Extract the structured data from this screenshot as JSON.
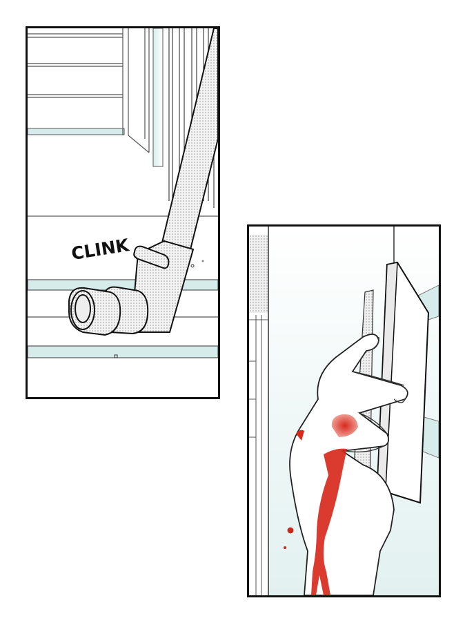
{
  "page": {
    "type": "comic-page",
    "panels": [
      {
        "id": "panel-1",
        "description": "Metal pipe lying on the floor near a staircase railing",
        "sound_effect": "CLINK"
      },
      {
        "id": "panel-2",
        "description": "Bleeding hand gripping the edge of a door"
      }
    ]
  },
  "colors": {
    "border": "#111111",
    "teal": "#d6ecea",
    "blood": "#d8291c",
    "screentone": "#bdbdbd"
  }
}
